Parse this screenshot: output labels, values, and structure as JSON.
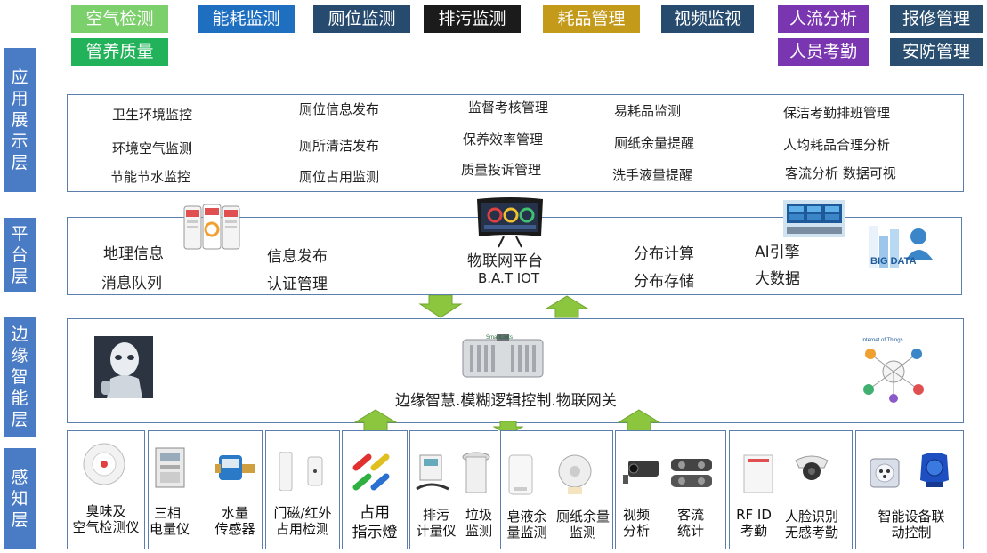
{
  "top_tags": [
    {
      "label": "空气检测",
      "color": "#7bd06b"
    },
    {
      "label": "管养质量",
      "color": "#22b35a"
    },
    {
      "label": "能耗监测",
      "color": "#1f6fc0"
    },
    {
      "label": "厕位监测",
      "color": "#274b6f"
    },
    {
      "label": "排污监测",
      "color": "#1b1b1b"
    },
    {
      "label": "耗品管理",
      "color": "#c49a1a"
    },
    {
      "label": "视频监视",
      "color": "#274b6f"
    },
    {
      "label": "人流分析",
      "color": "#7a36b0"
    },
    {
      "label": "人员考勤",
      "color": "#7a36b0"
    },
    {
      "label": "报修管理",
      "color": "#2a4e70"
    },
    {
      "label": "安防管理",
      "color": "#2a4e70"
    }
  ],
  "layers": {
    "app": "应用展示层",
    "platform": "平台层",
    "edge": "边缘智能层",
    "sense": "感知层"
  },
  "app_items": [
    "卫生环境监控",
    "环境空气监测",
    "节能节水监控",
    "厕位信息发布",
    "厕所清洁发布",
    "厕位占用监测",
    "监督考核管理",
    "保养效率管理",
    "质量投诉管理",
    "易耗品监测",
    "厕纸余量提醒",
    "洗手液量提醒",
    "保洁考勤排班管理",
    "人均耗品合理分析",
    "客流分析   数据可视"
  ],
  "platform_items": [
    "地理信息",
    "消息队列",
    "信息发布",
    "认证管理",
    "物联网平台",
    "B.A.T  IOT",
    "分布计算",
    "分布存储",
    "AI引擎",
    "大数据"
  ],
  "edge_text": "边缘智慧.模糊逻辑控制.物联网关",
  "sensors": [
    "臭味及\n空气检测仪",
    "三相\n电量仪",
    "水量\n传感器",
    "门磁/红外\n占用检测",
    "占用\n指示燈",
    "排污\n计量仪",
    "垃圾\n监测",
    "皂液余\n量监测",
    "厕纸余量\n监测",
    "视频\n分析",
    "客流\n统计",
    "RF ID\n考勤",
    "人脸识别\n无感考勤",
    "智能设备联\n动控制"
  ],
  "image_texts": {
    "big_data": "BIG DATA",
    "iot_title": "Internet of Things",
    "gateway_brand": "SmartLinks"
  },
  "colors": {
    "layer_label_bg": "#4a7bc5",
    "panel_border": "#5b7faa",
    "arrow_green": "#8cc63f"
  },
  "icons": [
    "phone-app-image",
    "dashboard-monitor-image",
    "control-room-image",
    "big-data-image",
    "robot-image",
    "edge-gateway-image",
    "iot-network-image"
  ]
}
